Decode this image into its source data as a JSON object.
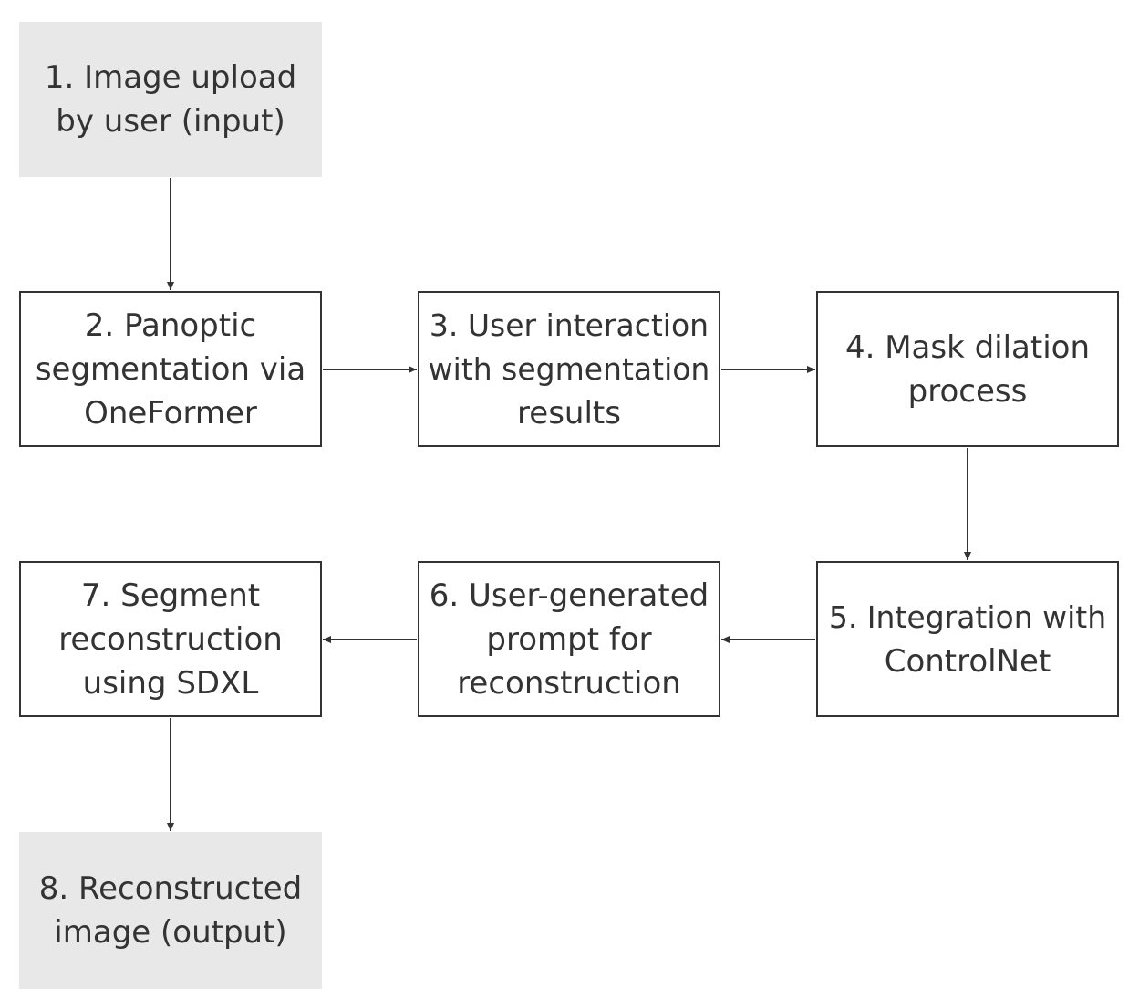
{
  "colors": {
    "background": "#ffffff",
    "box_border": "#333333",
    "terminal_fill": "#e8e8e8",
    "text": "#333333",
    "arrow": "#333333"
  },
  "nodes": {
    "n1": {
      "lines": [
        "1. Image upload",
        "by user (input)"
      ]
    },
    "n2": {
      "lines": [
        "2. Panoptic",
        "segmentation via",
        "OneFormer"
      ]
    },
    "n3": {
      "lines": [
        "3. User interaction",
        "with segmentation",
        "results"
      ]
    },
    "n4": {
      "lines": [
        "4. Mask dilation",
        "process"
      ]
    },
    "n5": {
      "lines": [
        "5. Integration with",
        "ControlNet"
      ]
    },
    "n6": {
      "lines": [
        "6. User-generated",
        "prompt for",
        "reconstruction"
      ]
    },
    "n7": {
      "lines": [
        "7. Segment",
        "reconstruction",
        "using SDXL"
      ]
    },
    "n8": {
      "lines": [
        "8. Reconstructed",
        "image (output)"
      ]
    }
  }
}
